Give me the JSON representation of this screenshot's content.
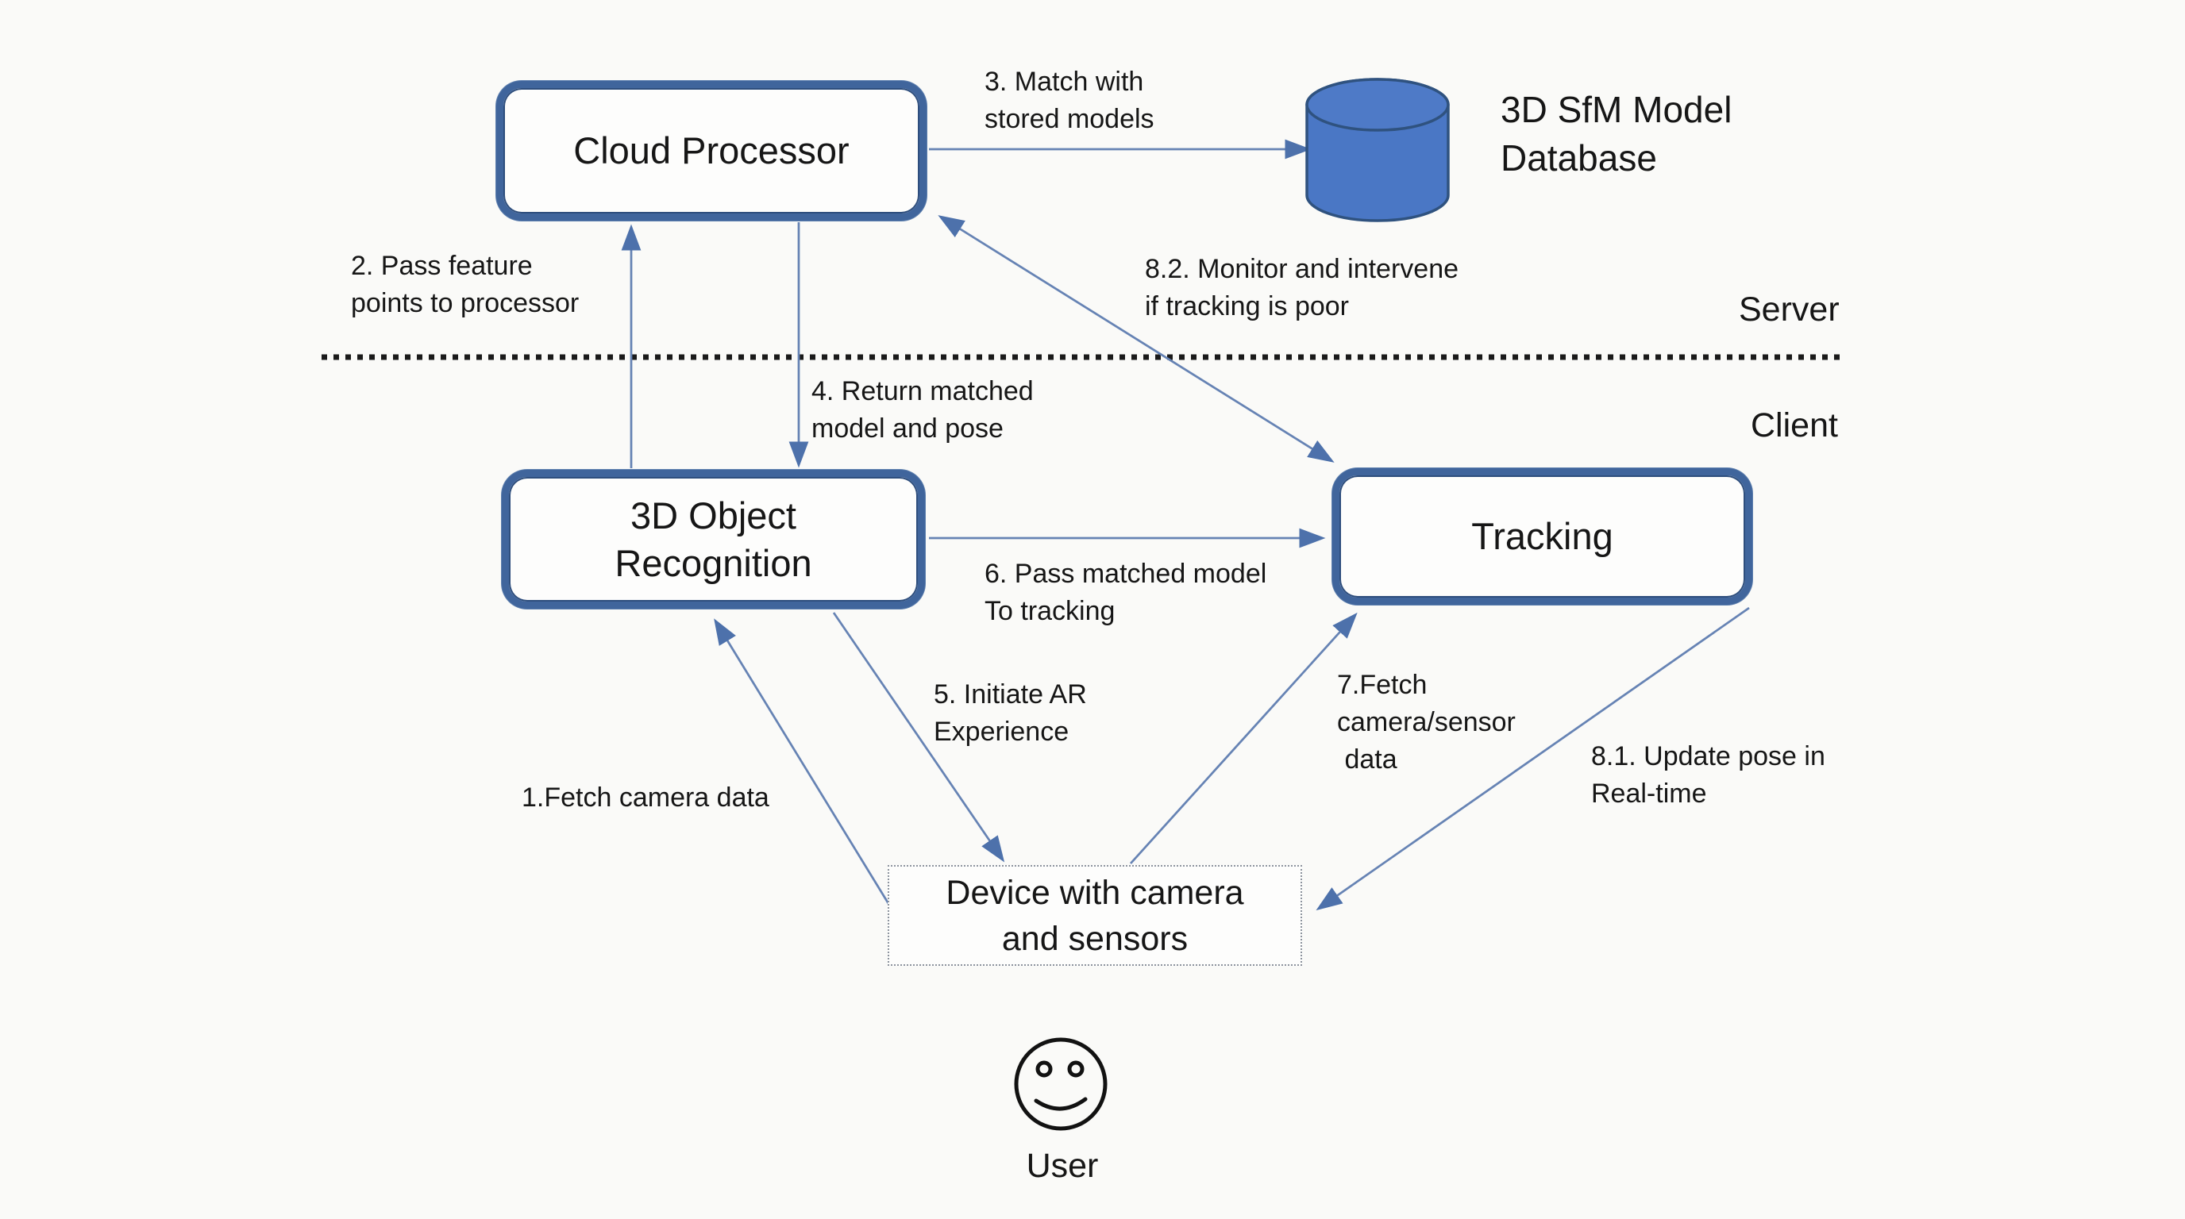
{
  "title": "Client-server AR tracking architecture diagram",
  "colors": {
    "background": "#fafaf8",
    "box_border": "#40659c",
    "connector": "#6683b4",
    "arrowhead": "#4d71ab",
    "cylinder_fill": "#4a77c5",
    "cylinder_stroke": "#2f527f",
    "divider": "#1a1a1a",
    "text": "#161616"
  },
  "nodes": {
    "cloud_processor": "Cloud Processor",
    "object_recognition": "3D Object\nRecognition",
    "tracking": "Tracking",
    "device": "Device with camera\nand sensors",
    "database": "3D SfM Model\nDatabase",
    "user": "User"
  },
  "zones": {
    "server": "Server",
    "client": "Client"
  },
  "steps": {
    "s1": "1.Fetch camera data",
    "s2": "2. Pass feature\npoints to processor",
    "s3": "3. Match with\nstored models",
    "s4": "4. Return matched\nmodel and pose",
    "s5": "5. Initiate AR\nExperience",
    "s6": "6. Pass matched model\nTo tracking",
    "s7": "7.Fetch\ncamera/sensor\n data",
    "s8_1": "8.1. Update pose in\nReal-time",
    "s8_2": "8.2. Monitor and intervene\nif tracking is poor"
  },
  "icons": {
    "database": "database-cylinder-icon",
    "user": "user-smiley-icon"
  }
}
